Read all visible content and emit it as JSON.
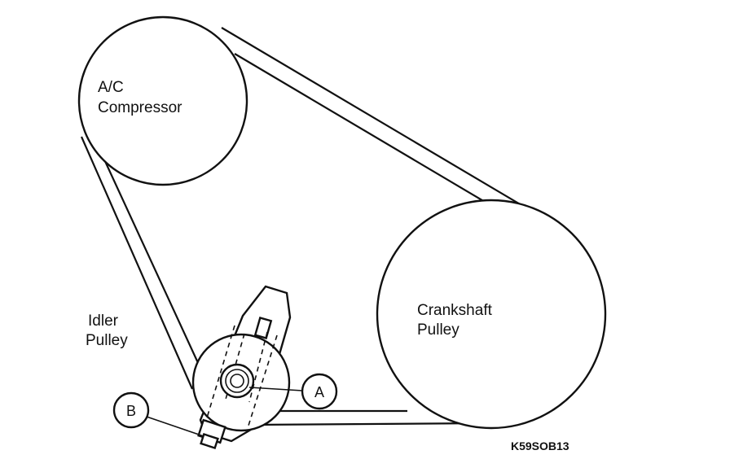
{
  "labels": {
    "ac_compressor_line1": "A/C",
    "ac_compressor_line2": "Compressor",
    "crankshaft_line1": "Crankshaft",
    "crankshaft_line2": "Pulley",
    "idler_line1": "Idler",
    "idler_line2": "Pulley"
  },
  "callouts": {
    "a": "A",
    "b": "B"
  },
  "figure_code": "K59SOB13"
}
